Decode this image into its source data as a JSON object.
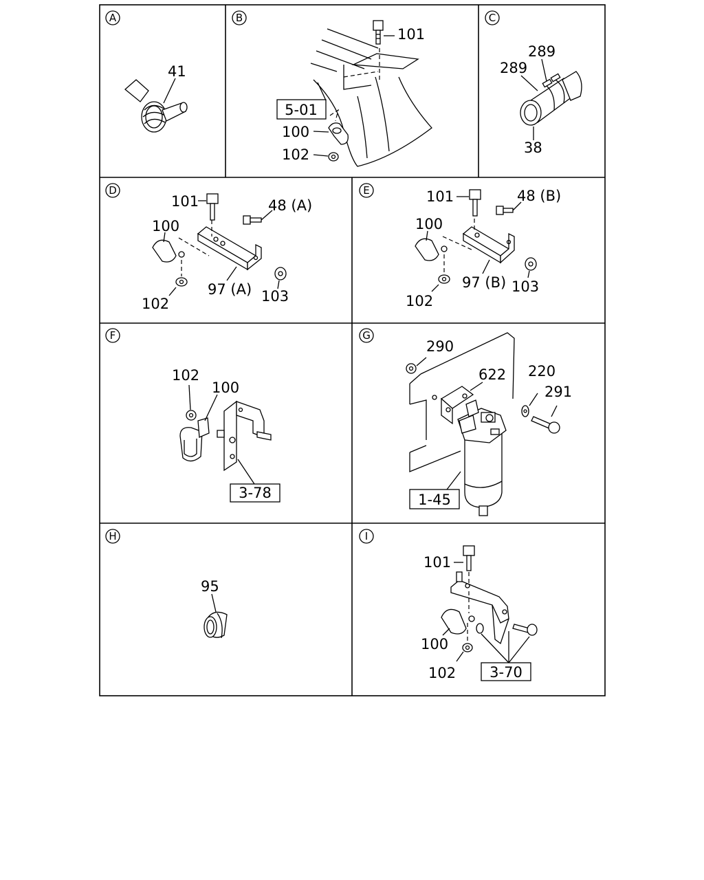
{
  "panels": {
    "A": {
      "letter": "A",
      "labels": {
        "p41": "41"
      }
    },
    "B": {
      "letter": "B",
      "labels": {
        "p101": "101",
        "p100": "100",
        "p102": "102"
      },
      "ref": "5-01"
    },
    "C": {
      "letter": "C",
      "labels": {
        "p289a": "289",
        "p289b": "289",
        "p38": "38"
      }
    },
    "D": {
      "letter": "D",
      "labels": {
        "p101": "101",
        "p48": "48 (A)",
        "p100": "100",
        "p97": "97 (A)",
        "p102": "102",
        "p103": "103"
      }
    },
    "E": {
      "letter": "E",
      "labels": {
        "p101": "101",
        "p48": "48 (B)",
        "p100": "100",
        "p97": "97 (B)",
        "p102": "102",
        "p103": "103"
      }
    },
    "F": {
      "letter": "F",
      "labels": {
        "p102": "102",
        "p100": "100"
      },
      "ref": "3-78"
    },
    "G": {
      "letter": "G",
      "labels": {
        "p290": "290",
        "p622": "622",
        "p220": "220",
        "p291": "291"
      },
      "ref": "1-45"
    },
    "H": {
      "letter": "H",
      "labels": {
        "p95": "95"
      }
    },
    "I": {
      "letter": "I",
      "labels": {
        "p101": "101",
        "p100": "100",
        "p102": "102"
      },
      "ref": "3-70"
    }
  }
}
